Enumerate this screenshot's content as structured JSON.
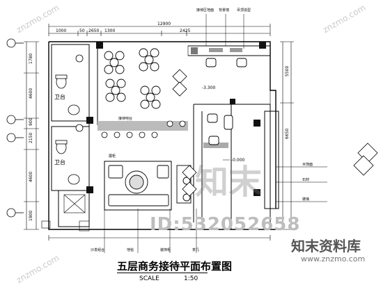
{
  "drawing": {
    "title": "五层商务接待平面布置图",
    "scale_label": "SCALE",
    "scale_value": "1:50"
  },
  "dimensions": {
    "top_overall": "12900",
    "top_segments": [
      "1000",
      "50",
      "2650",
      "1300",
      "2425"
    ],
    "left_segments": [
      "1780",
      "4600",
      "900",
      "2150",
      "4600",
      "1900"
    ],
    "right_segments": [
      "5500",
      "6650"
    ]
  },
  "room_labels": {
    "toilet_1": "卫台",
    "toilet_2": "卫台",
    "level_main": "-3.300",
    "level_side": "-0.000"
  },
  "callouts": {
    "top_1": "接待区地面",
    "top_2": "背景墙",
    "top_3": "吊顶造型",
    "right_1": "木饰面",
    "right_2": "石材",
    "right_3": "玻璃",
    "mid_1": "接待吧台",
    "mid_2": "展柜",
    "bottom_1": "沙发组合",
    "bottom_2": "地毯",
    "bottom_3": "装饰柜",
    "bottom_4": "茶几"
  },
  "watermarks": {
    "id": "ID:532052658",
    "brand": "知末资料库",
    "url": "www.znzmo.com",
    "big": "知末",
    "diag": "znzmo.com"
  }
}
